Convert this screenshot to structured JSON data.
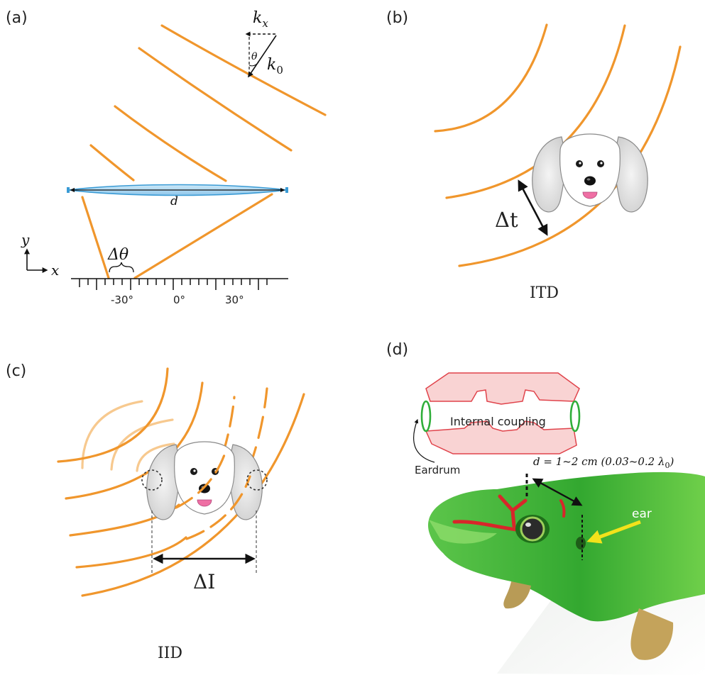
{
  "panels": {
    "a": {
      "label": "(a)",
      "kx": "k",
      "kx_sub": "x",
      "k0": "k",
      "k0_sub": "0",
      "theta": "θ",
      "aperture": "d",
      "axis_y": "y",
      "axis_x": "x",
      "delta_theta": "Δθ",
      "ticks": [
        "-30°",
        "0°",
        "30°"
      ]
    },
    "b": {
      "label": "(b)",
      "delta": "Δt",
      "caption": "ITD"
    },
    "c": {
      "label": "(c)",
      "delta": "ΔI",
      "caption": "IID"
    },
    "d": {
      "label": "(d)",
      "coupling": "Internal coupling",
      "eardrum": "Eardrum",
      "distance": "d = 1~2 cm (0.03~0.2 λ",
      "distance_sub": "0",
      "distance_end": ")",
      "ear": "ear"
    }
  },
  "colors": {
    "wave": "#f0962c",
    "wave_faint": "#f7c98f",
    "lens_fill": "#a8d3ee",
    "lens_stroke": "#3a9bd5",
    "eardrum": "#2fae3a",
    "coupling_fill": "#f9d3d3",
    "coupling_stroke": "#e0434b",
    "gecko": "#3db83a",
    "arrow_yellow": "#f2e21b"
  }
}
